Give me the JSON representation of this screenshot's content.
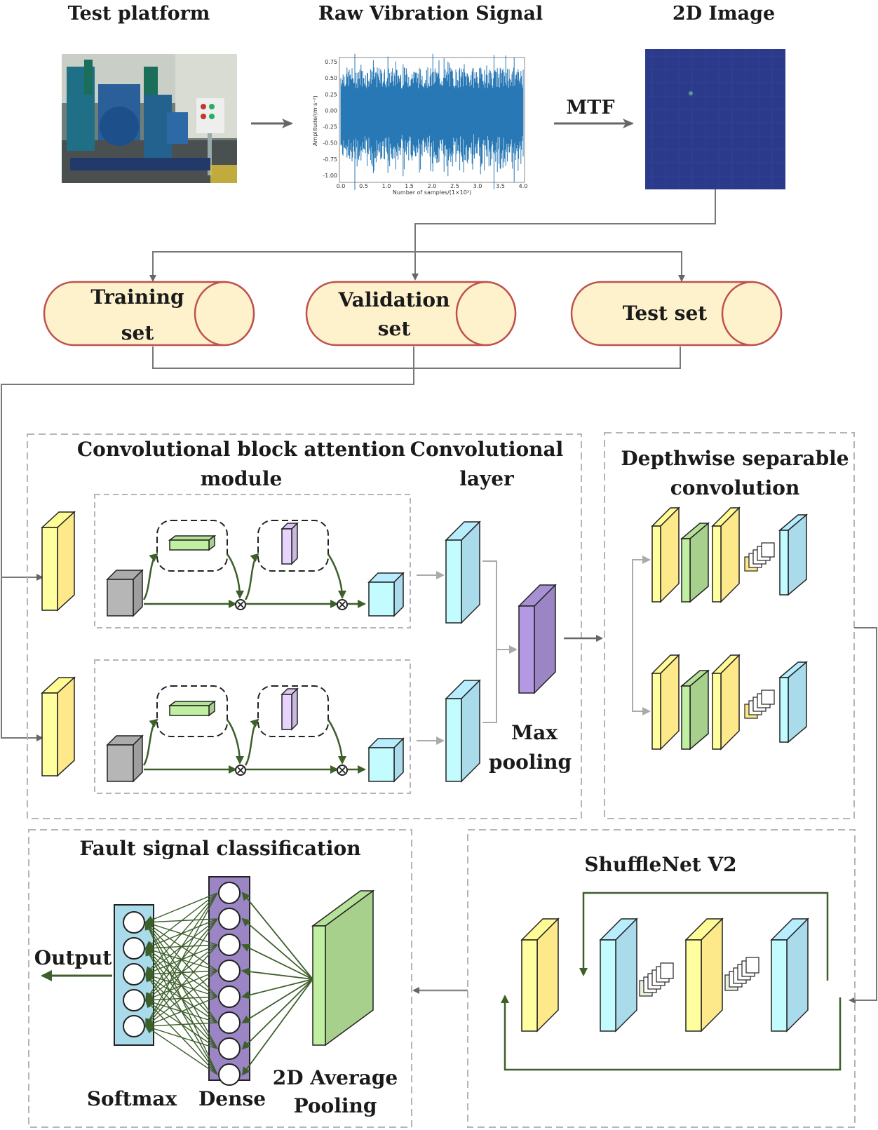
{
  "top": {
    "test_platform": "Test platform",
    "raw_signal": "Raw Vibration Signal",
    "image_2d": "2D Image",
    "mtf": "MTF"
  },
  "signal_plot": {
    "ylabel": "Amplitude/(m·s⁻²)",
    "xlabel": "Number of samples/(1×10³)",
    "y_ticks": [
      "0.75",
      "0.50",
      "0.25",
      "0.00",
      "-0.25",
      "-0.50",
      "-0.75",
      "-1.00"
    ],
    "x_ticks": [
      "0.0",
      "0.5",
      "1.0",
      "1.5",
      "2.0",
      "2.5",
      "3.0",
      "3.5",
      "4.0"
    ]
  },
  "datasets": {
    "training_line1": "Training",
    "training_line2": "set",
    "validation_line1": "Validation",
    "validation_line2": "set",
    "test": "Test set"
  },
  "cbam": {
    "title_line1": "Convolutional block attention",
    "title_line2": "module"
  },
  "conv_layer": {
    "line1": "Convolutional",
    "line2": "layer"
  },
  "max_pooling": {
    "line1": "Max",
    "line2": "pooling"
  },
  "dsc": {
    "line1": "Depthwise separable",
    "line2": "convolution"
  },
  "shufflenet": {
    "title": "ShuffleNet V2"
  },
  "classification": {
    "title": "Fault signal classification",
    "output": "Output",
    "softmax": "Softmax",
    "dense": "Dense",
    "avg_line1": "2D Average",
    "avg_line2": "Pooling"
  },
  "colors": {
    "yellow": "#fde98a",
    "blue": "#a9dbea",
    "green": "#a8d08d",
    "purple": "#9b85c4",
    "gray": "#9e9e9e",
    "cylinder": "#fdf2cc",
    "cylinder_stroke": "#c0504d",
    "arrow_green": "#3d5f2a",
    "signal": "#2878b5",
    "image_blue": "#2b3a8a"
  }
}
